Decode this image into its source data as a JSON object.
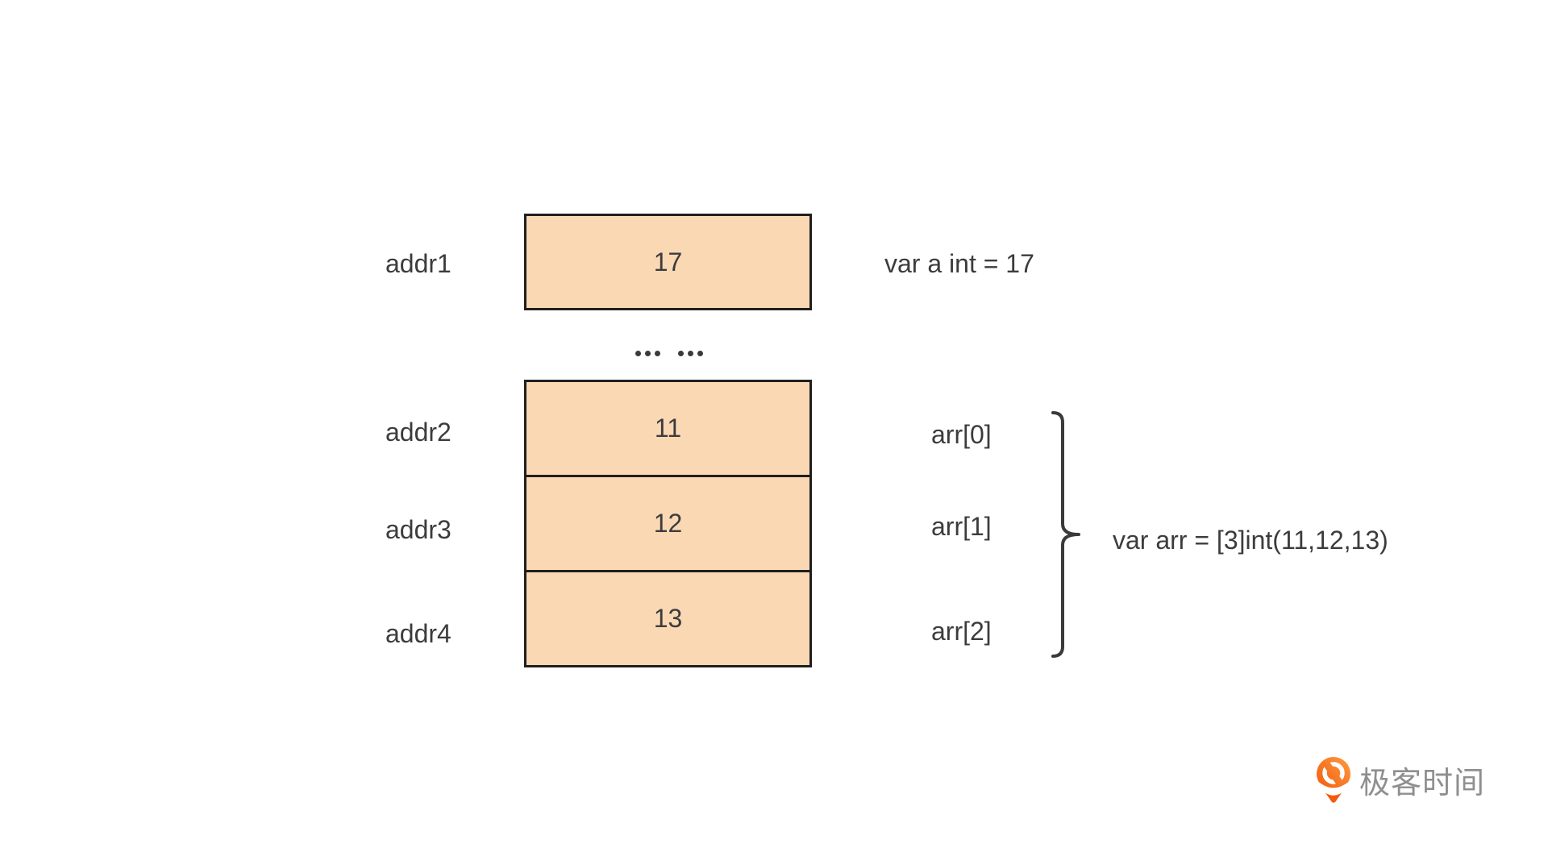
{
  "diagram": {
    "title_semantics": "memory layout of a Go int variable and a [3]int array",
    "colors": {
      "background": "#ffffff",
      "cell_fill": "#fbd8b4",
      "cell_border": "#1f1f1f",
      "text": "#3c3c3c",
      "logo_text_gray": "#8f8f8f",
      "logo_orange_light": "#ff9a3d",
      "logo_orange_dark": "#f25b0f"
    },
    "single_cell": {
      "address": "addr1",
      "value": "17",
      "annotation": "var a int = 17"
    },
    "ellipsis": "...  ...",
    "array_cells": [
      {
        "address": "addr2",
        "value": "11",
        "index_label": "arr[0]"
      },
      {
        "address": "addr3",
        "value": "12",
        "index_label": "arr[1]"
      },
      {
        "address": "addr4",
        "value": "13",
        "index_label": "arr[2]"
      }
    ],
    "array_annotation": "var arr = [3]int(11,12,13)",
    "logo": {
      "text": "极客时间",
      "icon": "geektime-pin-icon"
    }
  }
}
